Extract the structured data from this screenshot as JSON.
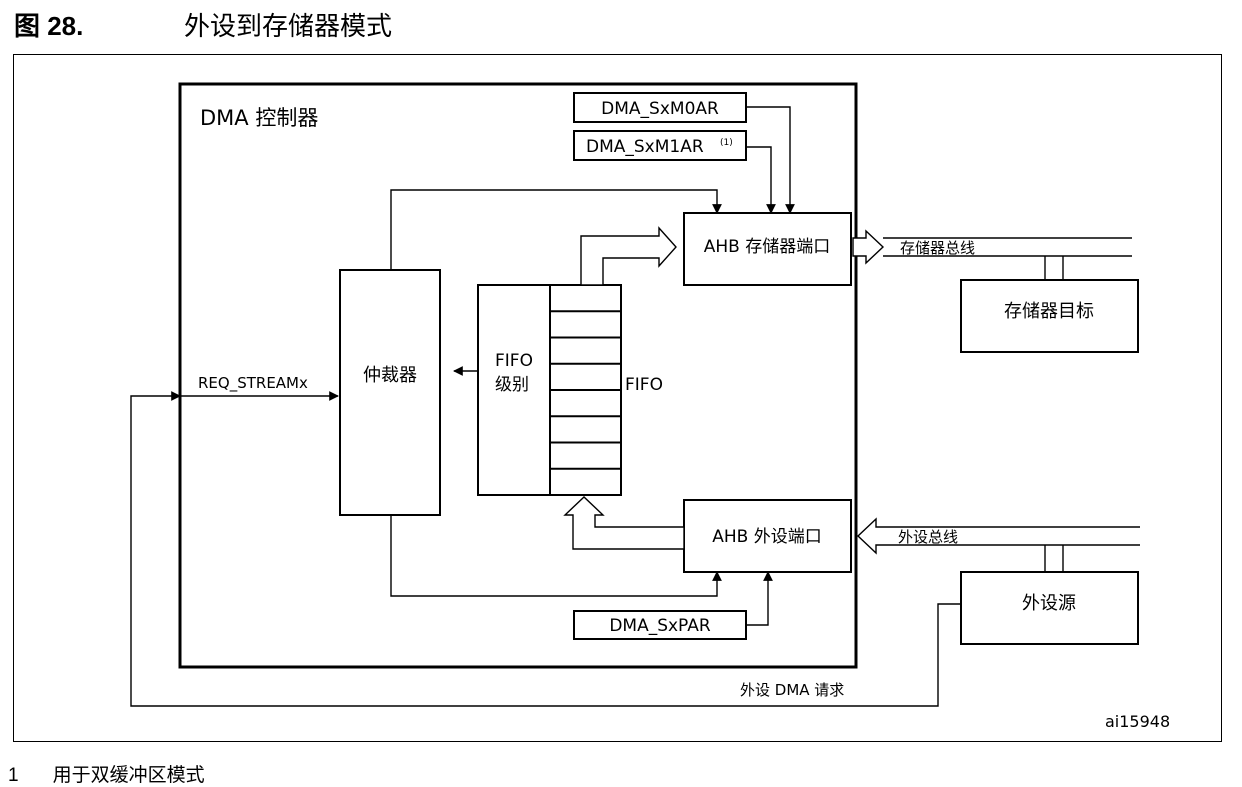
{
  "figure": {
    "number": "图 28.",
    "title": "外设到存储器模式",
    "id": "ai15948"
  },
  "footnote": {
    "index": "1",
    "text": "用于双缓冲区模式"
  },
  "diagram": {
    "controller_label": "DMA 控制器",
    "registers": {
      "m0ar": "DMA_SxM0AR",
      "m1ar": "DMA_SxM1AR",
      "m1ar_note": "(1)",
      "par": "DMA_SxPAR"
    },
    "blocks": {
      "arbiter": "仲裁器",
      "fifo_level_line1": "FIFO",
      "fifo_level_line2": "级别",
      "fifo": "FIFO",
      "ahb_memory_port": "AHB 存储器端口",
      "ahb_peripheral_port": "AHB 外设端口",
      "memory_target": "存储器目标",
      "peripheral_source": "外设源"
    },
    "signals": {
      "req_stream": "REQ_STREAMx",
      "memory_bus": "存储器总线",
      "peripheral_bus": "外设总线",
      "peripheral_dma_request": "外设 DMA 请求"
    },
    "fifo_slots": 8
  }
}
